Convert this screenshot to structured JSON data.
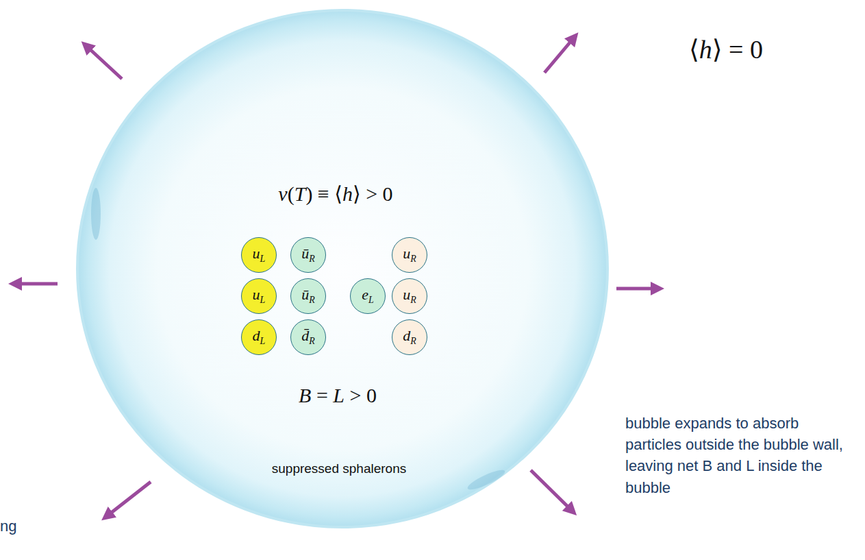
{
  "diagram": {
    "nodes": [
      {
        "text": [
          "v(T) ≡ ⟨h⟩ > 0",
          "B = L > 0",
          "suppressed sphalerons"
        ]
      },
      {
        "text": [
          "uL"
        ],
        "in": 0
      },
      {
        "text": [
          "ūR"
        ],
        "in": 0
      },
      {
        "text": [
          "uR"
        ],
        "in": 0
      },
      {
        "text": [
          "uL"
        ],
        "in": 0
      },
      {
        "text": [
          "ūR"
        ],
        "in": 0
      },
      {
        "text": [
          "eL"
        ],
        "in": 0
      },
      {
        "text": [
          "uR"
        ],
        "in": 0
      },
      {
        "text": [
          "dL"
        ],
        "in": 0
      },
      {
        "text": [
          "d̄R"
        ],
        "in": 0
      },
      {
        "text": [
          "dR"
        ],
        "in": 0
      }
    ],
    "labels": [
      "⟨h⟩ = 0",
      "bubble expands to absorb particles outside the bubble wall, leaving net B and L inside the bubble",
      "ng"
    ]
  }
}
